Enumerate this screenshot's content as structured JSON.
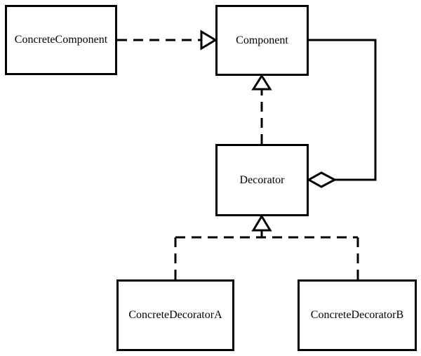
{
  "diagram": {
    "nodes": {
      "concrete_component": "ConcreteComponent",
      "component": "Component",
      "decorator": "Decorator",
      "concrete_decorator_a": "ConcreteDecoratorA",
      "concrete_decorator_b": "ConcreteDecoratorB"
    },
    "edges": [
      {
        "from": "ConcreteComponent",
        "to": "Component",
        "type": "realization"
      },
      {
        "from": "Decorator",
        "to": "Component",
        "type": "realization"
      },
      {
        "from": "Decorator",
        "to": "Component",
        "type": "aggregation"
      },
      {
        "from": "ConcreteDecoratorA",
        "to": "Decorator",
        "type": "realization"
      },
      {
        "from": "ConcreteDecoratorB",
        "to": "Decorator",
        "type": "realization"
      }
    ]
  }
}
